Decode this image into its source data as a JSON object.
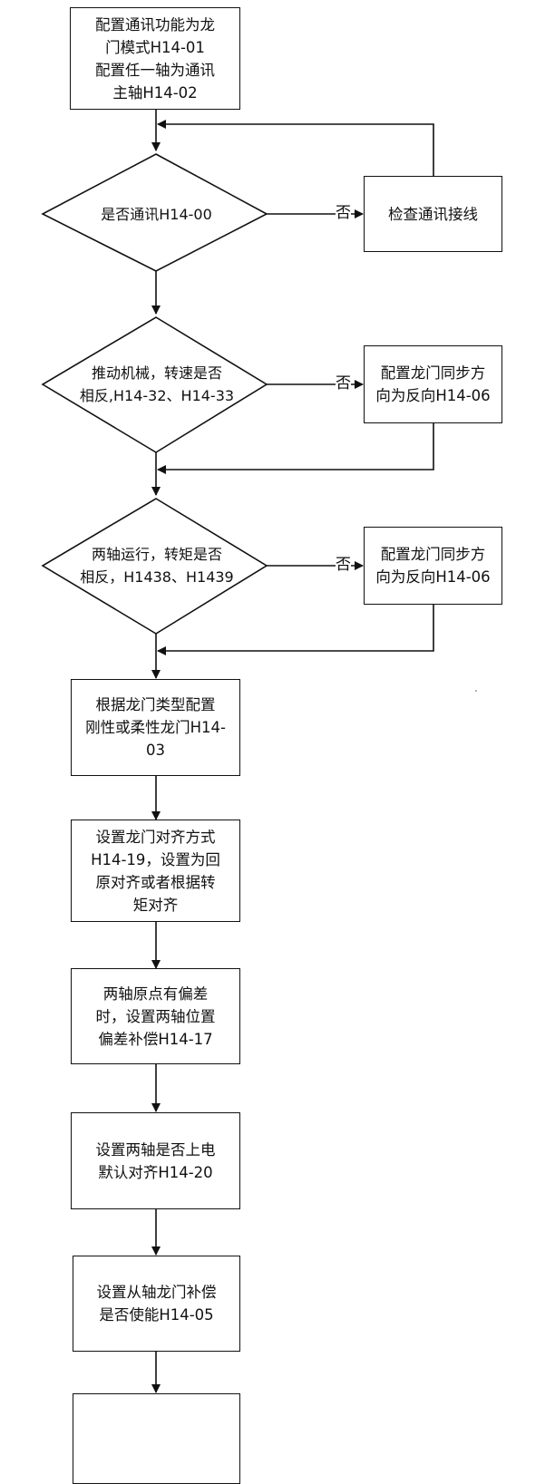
{
  "diagram": {
    "type": "flowchart",
    "nodes": {
      "start": {
        "shape": "process",
        "text": "配置通讯功能为龙\n门模式H14-01\n配置任一轴为通讯\n主轴H14-02"
      },
      "d1": {
        "shape": "decision",
        "text": "是否通讯H14-00"
      },
      "fix1": {
        "shape": "process",
        "text": "检查通讯接线"
      },
      "d2": {
        "shape": "decision",
        "text": "推动机械，转速是否\n相反,H14-32、H14-33"
      },
      "fix2": {
        "shape": "process",
        "text": "配置龙门同步方\n向为反向H14-06"
      },
      "d3": {
        "shape": "decision",
        "text": "两轴运行，转矩是否\n相反，H1438、H1439"
      },
      "fix3": {
        "shape": "process",
        "text": "配置龙门同步方\n向为反向H14-06"
      },
      "p1": {
        "shape": "process",
        "text": "根据龙门类型配置\n刚性或柔性龙门H14-\n03"
      },
      "p2": {
        "shape": "process",
        "text": "设置龙门对齐方式\nH14-19，设置为回\n原对齐或者根据转\n矩对齐"
      },
      "p3": {
        "shape": "process",
        "text": "两轴原点有偏差\n时，设置两轴位置\n偏差补偿H14-17"
      },
      "p4": {
        "shape": "process",
        "text": "设置两轴是否上电\n默认对齐H14-20"
      },
      "p5": {
        "shape": "process",
        "text": "设置从轴龙门补偿\n是否使能H14-05"
      },
      "p6": {
        "shape": "process",
        "text": ""
      }
    },
    "edges": [
      {
        "from": "start",
        "to": "d1",
        "label": ""
      },
      {
        "from": "d1",
        "to": "fix1",
        "label": "否"
      },
      {
        "from": "fix1",
        "to": "d1",
        "label": ""
      },
      {
        "from": "d1",
        "to": "d2",
        "label": ""
      },
      {
        "from": "d2",
        "to": "fix2",
        "label": "否"
      },
      {
        "from": "fix2",
        "to": "d3",
        "label": ""
      },
      {
        "from": "d2",
        "to": "d3",
        "label": ""
      },
      {
        "from": "d3",
        "to": "fix3",
        "label": "否"
      },
      {
        "from": "fix3",
        "to": "p1",
        "label": ""
      },
      {
        "from": "d3",
        "to": "p1",
        "label": ""
      },
      {
        "from": "p1",
        "to": "p2",
        "label": ""
      },
      {
        "from": "p2",
        "to": "p3",
        "label": ""
      },
      {
        "from": "p3",
        "to": "p4",
        "label": ""
      },
      {
        "from": "p4",
        "to": "p5",
        "label": ""
      },
      {
        "from": "p5",
        "to": "p6",
        "label": ""
      }
    ],
    "no_label": "否"
  }
}
